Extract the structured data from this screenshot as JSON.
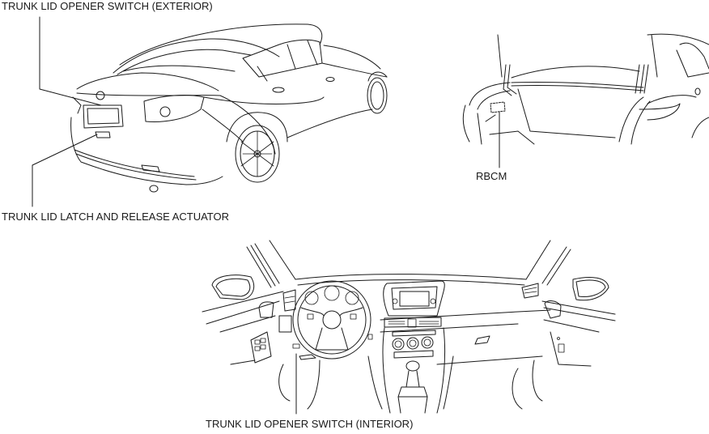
{
  "diagram": {
    "views": [
      {
        "id": "exterior-rear",
        "description": "Sedan rear three-quarter view"
      },
      {
        "id": "trunk-open",
        "description": "Open trunk interior view"
      },
      {
        "id": "interior-dash",
        "description": "Driver dashboard interior view"
      }
    ],
    "labels": {
      "trunk_lid_opener_switch_exterior": "TRUNK LID OPENER SWITCH (EXTERIOR)",
      "trunk_lid_latch_and_release_actuator": "TRUNK LID LATCH AND RELEASE ACTUATOR",
      "rbcm": "RBCM",
      "trunk_lid_opener_switch_interior": "TRUNK LID OPENER SWITCH (INTERIOR)"
    },
    "line_color": "#1a1a1a",
    "background": "#ffffff"
  }
}
